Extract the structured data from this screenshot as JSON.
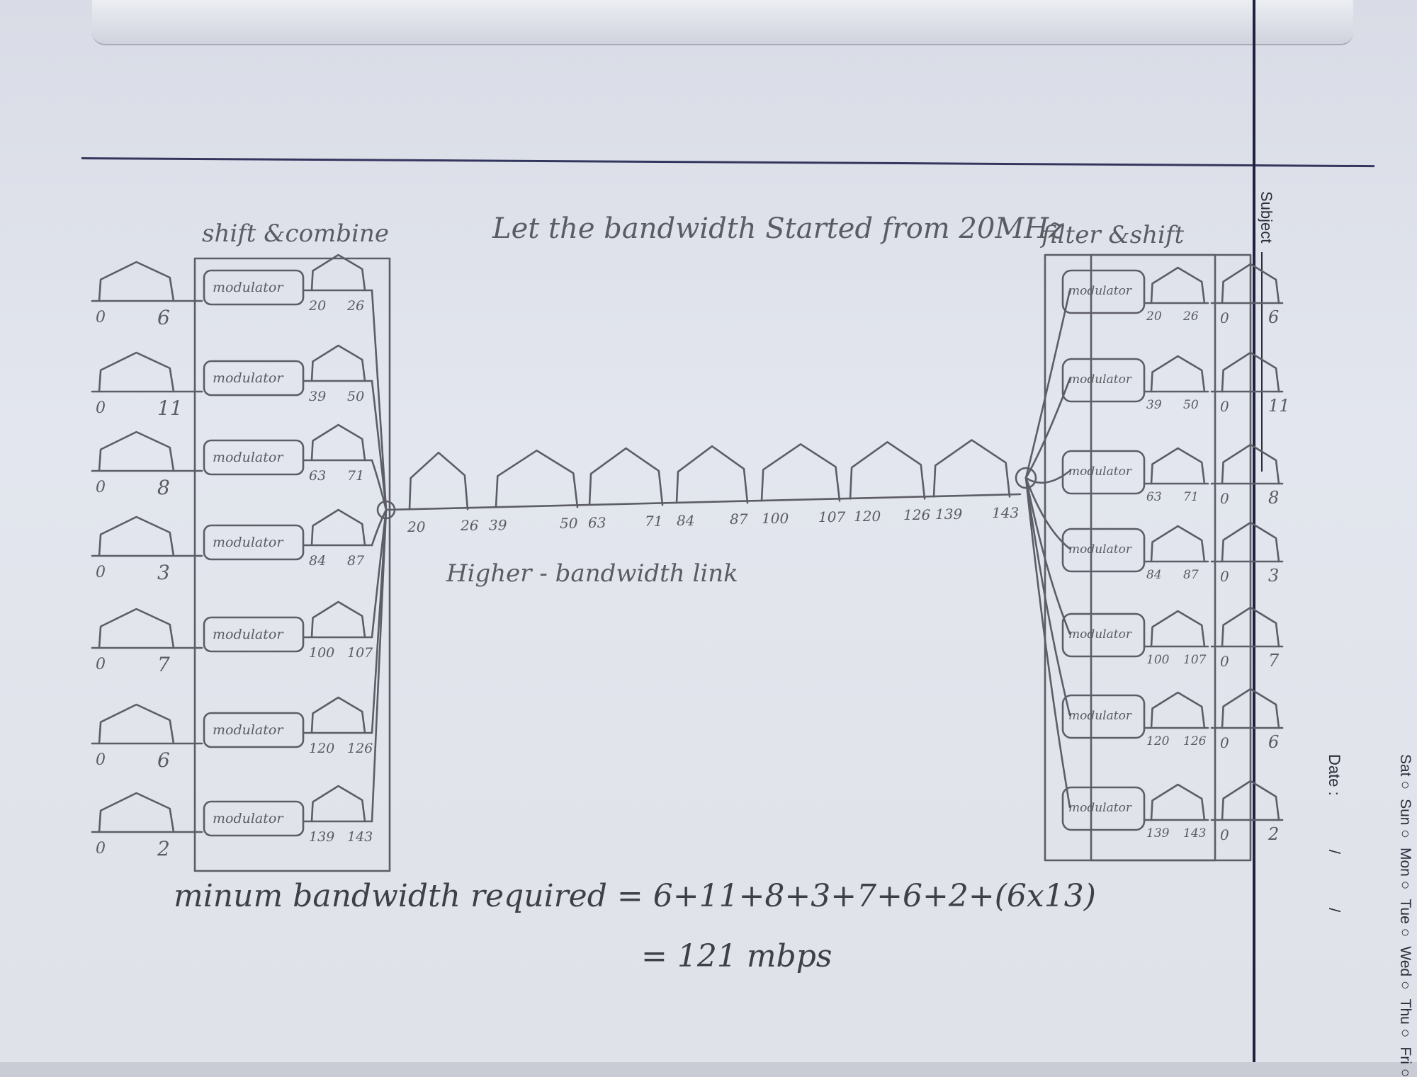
{
  "header": {
    "subject_label": "Subject",
    "date_label": "Date :",
    "date_separators": [
      "/",
      "/"
    ],
    "weekdays": [
      "Sat",
      "Sun",
      "Mon",
      "Tue",
      "Wed",
      "Thu",
      "Fri"
    ]
  },
  "notes": {
    "title": "Let the bandwidth Started from 20MHz",
    "left_heading": "shift &combine",
    "right_heading": "filter &shift",
    "link_label": "Higher - bandwidth link",
    "formula_line1": "minum bandwidth required = 6+11+8+3+7+6+2+(6x13)",
    "formula_line2": "= 121 mbps"
  },
  "diagram": {
    "module_label": "modulator",
    "channels": [
      {
        "bandwidth": 6,
        "band": [
          "20",
          "26"
        ]
      },
      {
        "bandwidth": 11,
        "band": [
          "39",
          "50"
        ]
      },
      {
        "bandwidth": 8,
        "band": [
          "63",
          "71"
        ]
      },
      {
        "bandwidth": 3,
        "band": [
          "84",
          "87"
        ]
      },
      {
        "bandwidth": 7,
        "band": [
          "100",
          "107"
        ]
      },
      {
        "bandwidth": 6,
        "band": [
          "120",
          "126"
        ]
      },
      {
        "bandwidth": 2,
        "band": [
          "139",
          "143"
        ]
      }
    ],
    "link_ticks": [
      "20",
      "26",
      "39",
      "50",
      "63",
      "71",
      "84",
      "87",
      "100",
      "107",
      "120",
      "126",
      "139",
      "143"
    ]
  }
}
